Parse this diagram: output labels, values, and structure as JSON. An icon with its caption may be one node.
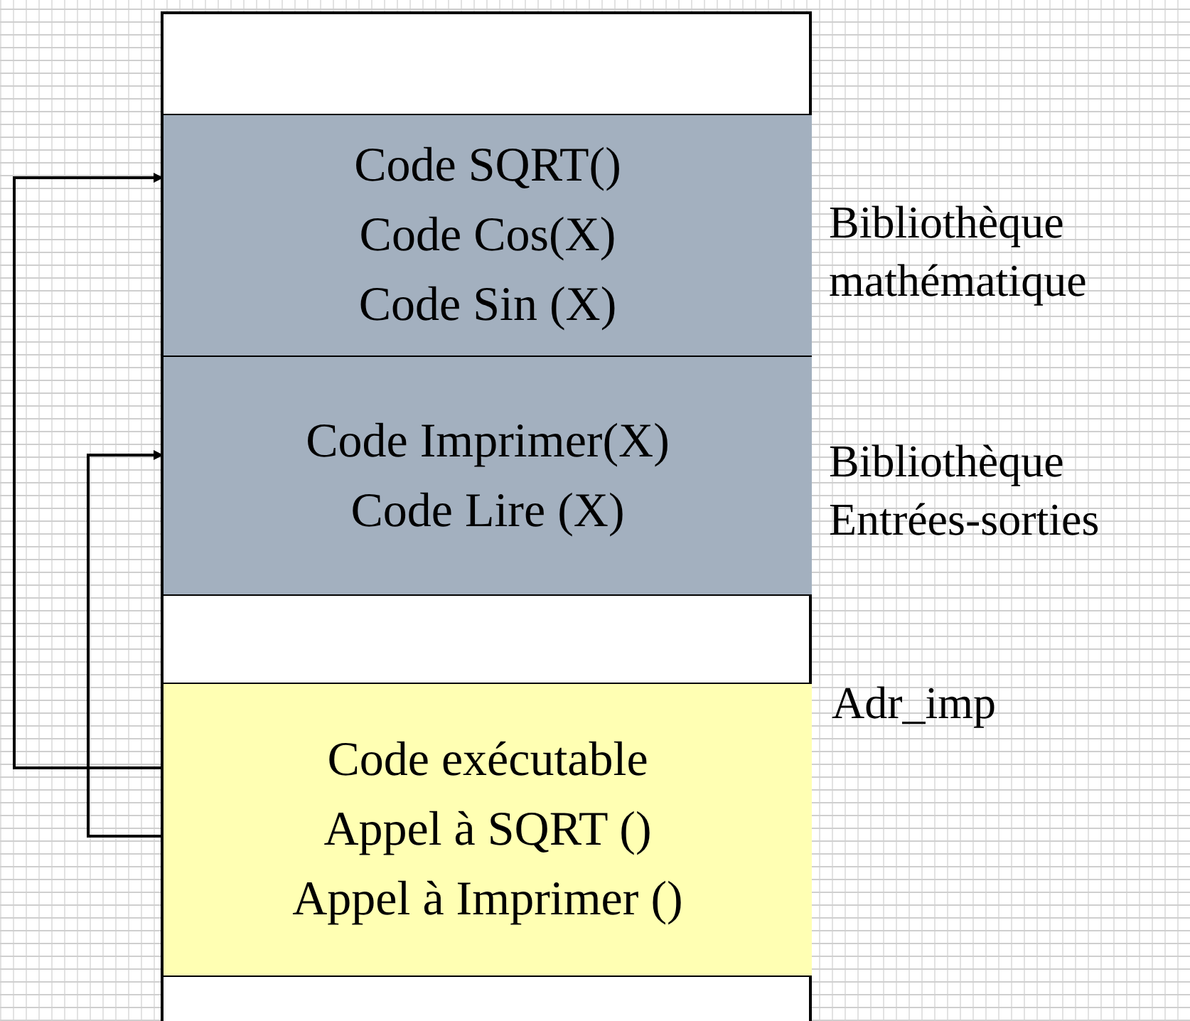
{
  "diagram": {
    "nodes": [
      {
        "text": [],
        "shape": "box"
      },
      {
        "text": [
          "Code SQRT()",
          "Code Cos(X)",
          "Code Sin (X)"
        ],
        "in": 0,
        "beside": [
          "Bibliothèque mathématique"
        ]
      },
      {
        "text": [
          "Code Imprimer(X)",
          "Code Lire (X)"
        ],
        "in": 0,
        "beside": [
          "Bibliothèque Entrées-sorties"
        ]
      },
      {
        "text": [
          "Code exécutable",
          "Appel à SQRT ()",
          "Appel à Imprimer ()"
        ],
        "in": 0,
        "beside": [
          "Adr_imp"
        ]
      }
    ],
    "edges": [
      {
        "from": 3,
        "to": 1,
        "arrow": "to"
      },
      {
        "from": 3,
        "to": 2,
        "arrow": "to"
      }
    ]
  }
}
